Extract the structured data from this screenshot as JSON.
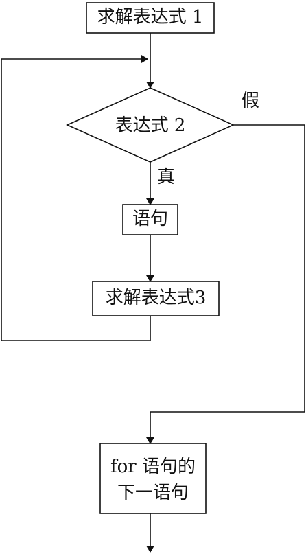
{
  "flowchart": {
    "start": "求解表达式 1",
    "condition": "表达式 2",
    "true_label": "真",
    "false_label": "假",
    "statement": "语句",
    "step": "求解表达式3",
    "next_line1": "for 语句的",
    "next_line2": "下一语句"
  },
  "colors": {
    "stroke": "#111111",
    "background": "#ffffff"
  }
}
